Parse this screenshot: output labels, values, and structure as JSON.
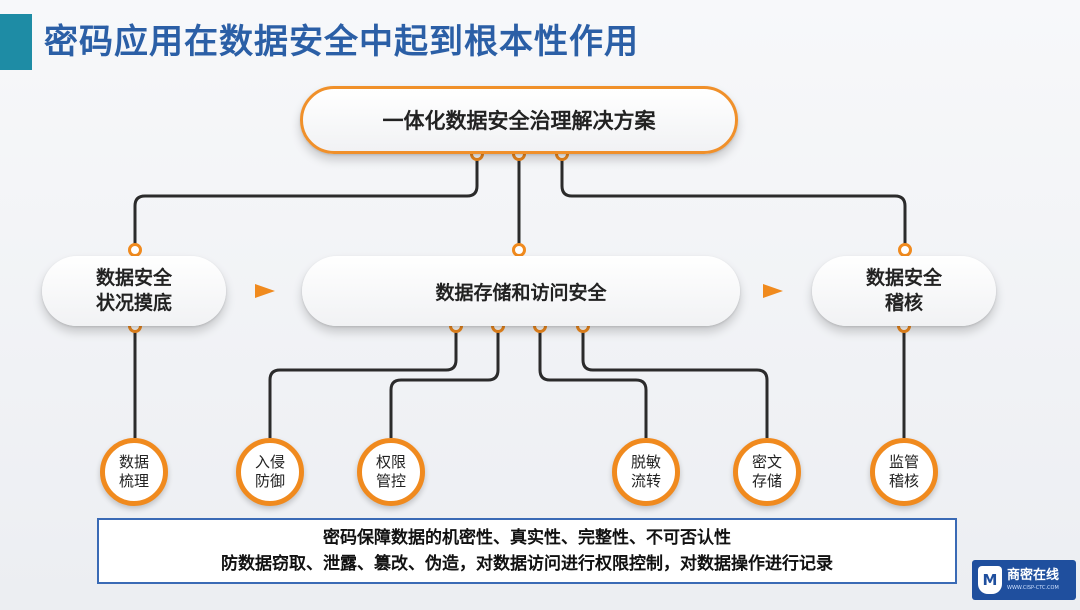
{
  "title": "密码应用在数据安全中起到根本性作用",
  "top_node": "一体化数据安全治理解决方案",
  "stages": {
    "left": [
      "数据安全",
      "状况摸底"
    ],
    "middle": "数据存储和访问安全",
    "right": [
      "数据安全",
      "稽核"
    ]
  },
  "leaf_nodes": [
    [
      "数据",
      "梳理"
    ],
    [
      "入侵",
      "防御"
    ],
    [
      "权限",
      "管控"
    ],
    [
      "脱敏",
      "流转"
    ],
    [
      "密文",
      "存储"
    ],
    [
      "监管",
      "稽核"
    ]
  ],
  "summary": {
    "line1": "密码保障数据的机密性、真实性、完整性、不可否认性",
    "line2": "防数据窃取、泄露、篡改、伪造，对数据访问进行权限控制，对数据操作进行记录"
  },
  "logo": {
    "name": "商密在线",
    "url": "WWW.CISP-CTC.COM"
  },
  "colors": {
    "accent": "#f08a1e",
    "title": "#2b5fa6",
    "title_bar": "#1e8ca5",
    "summary_border": "#3a6ab5",
    "connector": "#2b2b2b"
  }
}
